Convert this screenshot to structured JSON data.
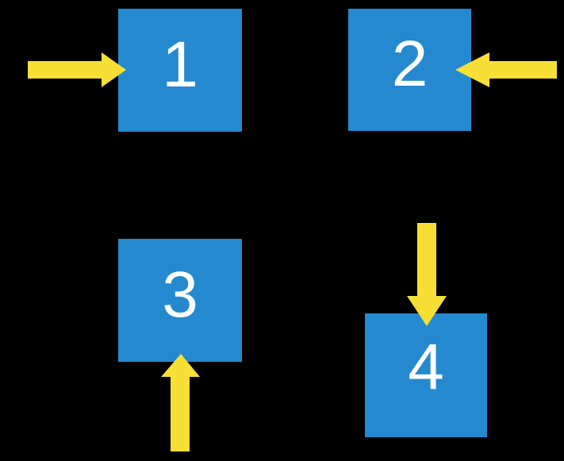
{
  "colors": {
    "background": "#000000",
    "box_fill": "#2589D0",
    "arrow_fill": "#F8DF35",
    "label_text": "#FFFFFF"
  },
  "boxes": [
    {
      "label": "1",
      "arrow_direction": "right",
      "position": "top-left"
    },
    {
      "label": "2",
      "arrow_direction": "left",
      "position": "top-right"
    },
    {
      "label": "3",
      "arrow_direction": "up",
      "position": "bottom-left"
    },
    {
      "label": "4",
      "arrow_direction": "down",
      "position": "bottom-right"
    }
  ]
}
